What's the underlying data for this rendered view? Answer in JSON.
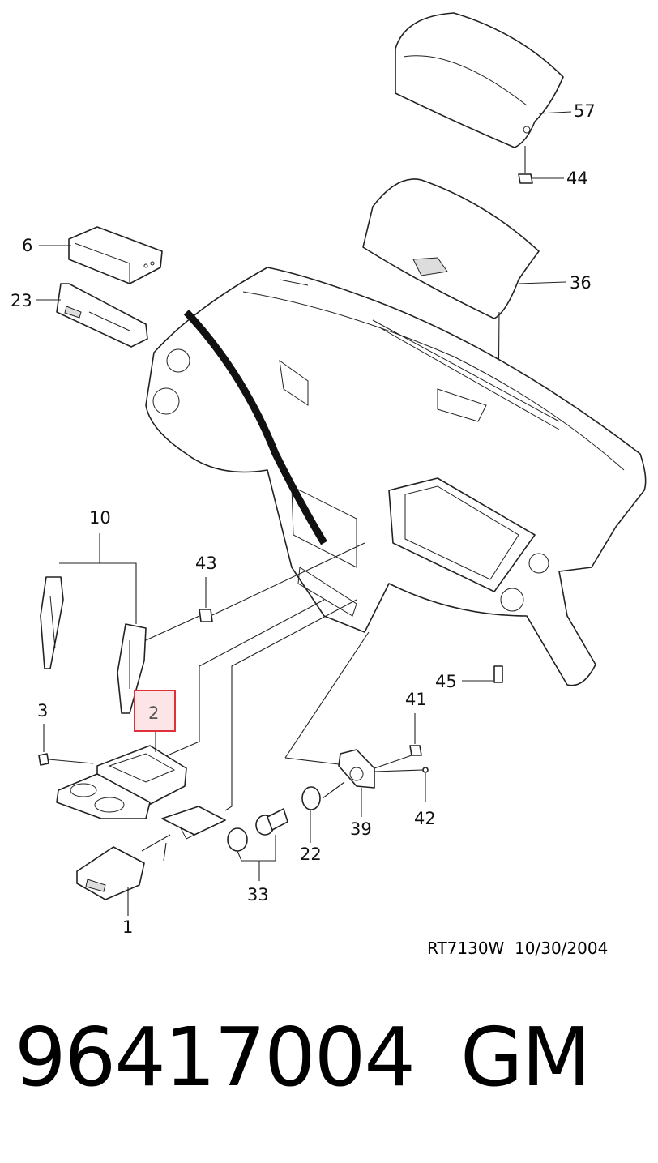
{
  "diagram": {
    "callouts": {
      "c57": "57",
      "c44": "44",
      "c6": "6",
      "c36": "36",
      "c23": "23",
      "c10": "10",
      "c43": "43",
      "c45": "45",
      "c3": "3",
      "c2": "2",
      "c41": "41",
      "c42": "42",
      "c39": "39",
      "c22": "22",
      "c33": "33",
      "c1": "1"
    },
    "highlight_color": "#e0303a",
    "highlight_fill": "#fde4e6"
  },
  "footer": {
    "reference": "RT7130W  10/30/2004",
    "part_number": "96417004",
    "brand": "GM"
  }
}
